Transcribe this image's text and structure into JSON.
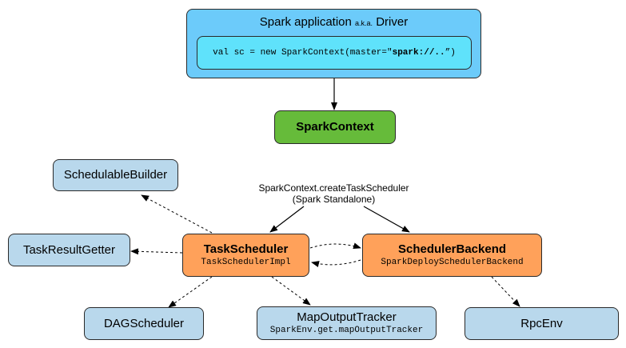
{
  "driver": {
    "title": "Spark application",
    "aka": "a.k.a.",
    "title_suffix": "Driver",
    "code_prefix": "val sc = new SparkContext(master=\"",
    "code_bold": "spark://..",
    "code_suffix": "”)"
  },
  "spark_context": {
    "label": "SparkContext"
  },
  "create_call": {
    "line1": "SparkContext.createTaskScheduler",
    "line2": "(Spark Standalone)"
  },
  "task_scheduler": {
    "label": "TaskScheduler",
    "impl": "TaskSchedulerImpl"
  },
  "scheduler_backend": {
    "label": "SchedulerBackend",
    "impl": "SparkDeploySchedulerBackend"
  },
  "schedulable_builder": {
    "label": "SchedulableBuilder"
  },
  "task_result_getter": {
    "label": "TaskResultGetter"
  },
  "dag_scheduler": {
    "label": "DAGScheduler"
  },
  "map_output_tracker": {
    "label": "MapOutputTracker",
    "accessor": "SparkEnv.get.mapOutputTracker"
  },
  "rpc_env": {
    "label": "RpcEnv"
  },
  "colors": {
    "driver": "#6ccbfa",
    "driver_code": "#5fe2fb",
    "spark_context": "#66bb3a",
    "core_component": "#ffa15a",
    "helper_component": "#b9d8ec"
  }
}
